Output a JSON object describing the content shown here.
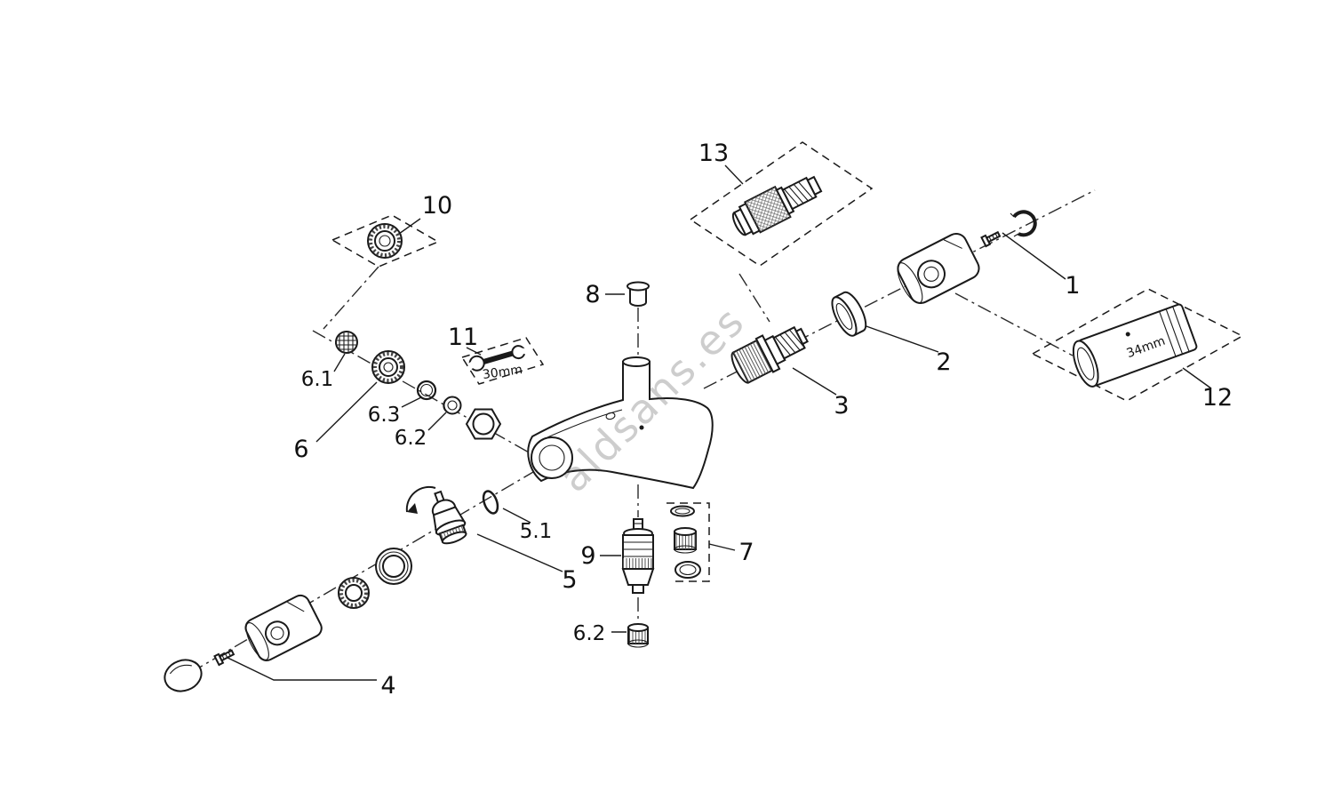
{
  "diagram": {
    "watermark": "aldsans.es",
    "colors": {
      "ink": "#1a1a1a",
      "background": "#ffffff",
      "watermark": "#9a9a9a"
    },
    "labels": {
      "p1": "1",
      "p2": "2",
      "p3": "3",
      "p4": "4",
      "p5": "5",
      "p5_1": "5.1",
      "p6": "6",
      "p6_1": "6.1",
      "p6_2": "6.2",
      "p6_2b": "6.2",
      "p6_3": "6.3",
      "p7": "7",
      "p8": "8",
      "p9": "9",
      "p10": "10",
      "p11": "11",
      "p12": "12",
      "p13": "13",
      "dim_30": "30mm",
      "dim_34": "34mm"
    }
  }
}
